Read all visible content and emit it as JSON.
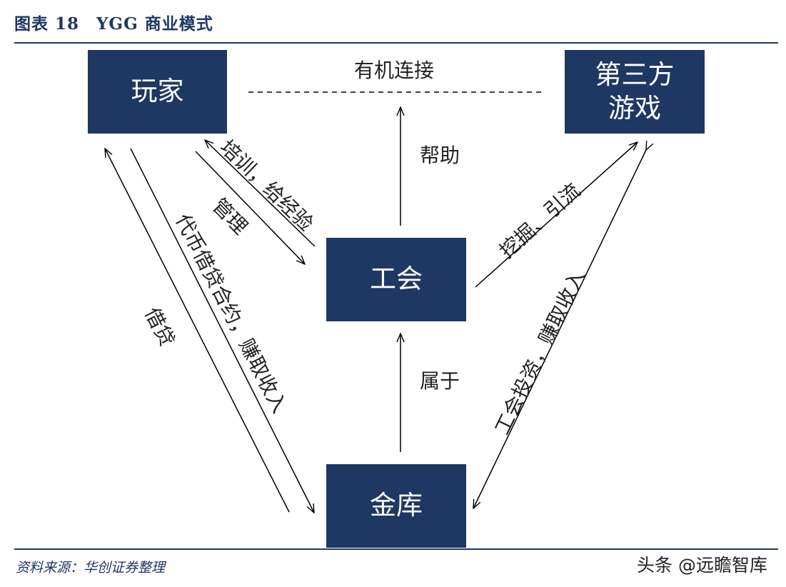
{
  "figure": {
    "title": "图表 18　YGG 商业模式",
    "source": "资料来源：华创证券整理",
    "watermark": "头条 @远瞻智库"
  },
  "nodes": {
    "player": "玩家",
    "third_party_game": "第三方游戏",
    "guild": "工会",
    "vault": "金库"
  },
  "edge_labels": {
    "organic_connection": "有机连接",
    "help": "帮助",
    "belongs_to": "属于",
    "training": "培训，给经验",
    "manage": "管理",
    "mine_traffic": "挖掘、引流",
    "token_lending": "代币借贷合约，赚取收入",
    "lending": "借贷",
    "guild_invest": "工会投资，赚取收入"
  },
  "colors": {
    "box_fill": "#1f3763",
    "box_text": "#ffffff",
    "title": "#1f3763",
    "arrow": "#000000"
  }
}
